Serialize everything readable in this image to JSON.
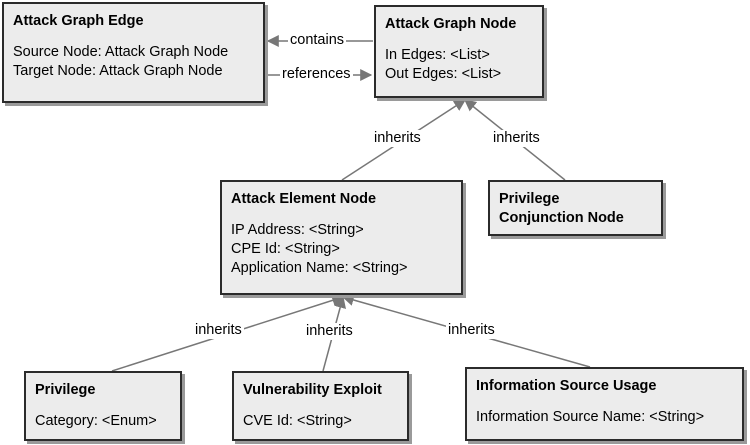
{
  "colors": {
    "box_fill": "#ececec",
    "box_border": "#2b2b2b",
    "edge": "#777777"
  },
  "nodes": {
    "attack_graph_edge": {
      "title": "Attack Graph Edge",
      "attributes": [
        "Source Node: Attack Graph Node",
        "Target Node: Attack Graph Node"
      ]
    },
    "attack_graph_node": {
      "title": "Attack Graph Node",
      "attributes": [
        "In Edges: <List>",
        "Out Edges: <List>"
      ]
    },
    "attack_element_node": {
      "title": "Attack Element Node",
      "attributes": [
        "IP Address: <String>",
        "CPE Id: <String>",
        "Application Name: <String>"
      ]
    },
    "privilege_conjunction_node": {
      "title_lines": [
        "Privilege",
        "Conjunction Node"
      ]
    },
    "privilege": {
      "title": "Privilege",
      "attributes": [
        "Category: <Enum>"
      ]
    },
    "vulnerability_exploit": {
      "title": "Vulnerability Exploit",
      "attributes": [
        "CVE Id: <String>"
      ]
    },
    "information_source_usage": {
      "title": "Information Source Usage",
      "attributes": [
        "Information Source Name: <String>"
      ]
    }
  },
  "edges": {
    "contains": "contains",
    "references": "references",
    "inherits_attack_element": "inherits",
    "inherits_conjunction": "inherits",
    "inherits_privilege": "inherits",
    "inherits_vulnerability": "inherits",
    "inherits_information_source": "inherits"
  }
}
